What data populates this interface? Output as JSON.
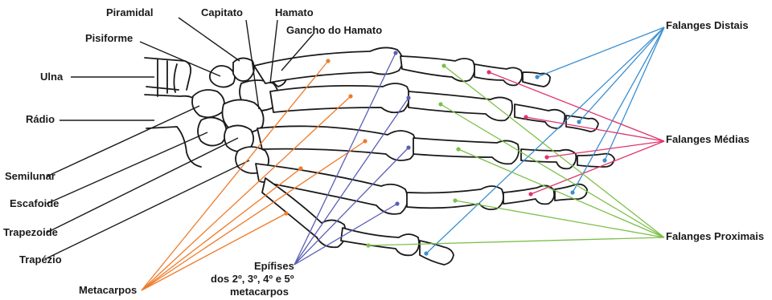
{
  "colors": {
    "distal": "#3a8fd0",
    "medial": "#e0336a",
    "proximal": "#7cc04a",
    "metacarpal": "#f07a28",
    "epiphysis": "#5a5fb3",
    "outline": "#1a1a1a"
  },
  "labels": {
    "piramidal": "Piramidal",
    "capitato": "Capitato",
    "hamato": "Hamato",
    "gancho": "Gancho do Hamato",
    "pisiforme": "Pisiforme",
    "ulna": "Ulna",
    "radio": "Rádio",
    "semilunar": "Semilunar",
    "escafoide": "Escafoide",
    "trapezoide": "Trapezoide",
    "trapezio": "Trapézio",
    "metacarpos": "Metacarpos",
    "epifises_line1": "Epífises",
    "epifises_line2": "dos 2º, 3º, 4º e 5º",
    "epifises_line3": "metacarpos",
    "falanges_distais": "Falanges Distais",
    "falanges_medias": "Falanges Médias",
    "falanges_proximais": "Falanges Proximais"
  }
}
